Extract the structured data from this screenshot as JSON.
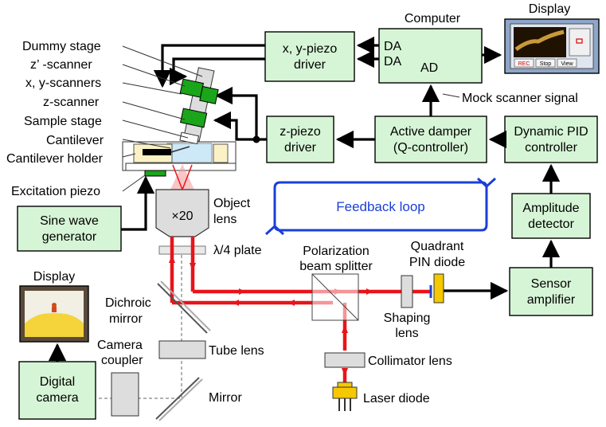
{
  "blocks": {
    "xy_driver": [
      "x, y-piezo",
      "driver"
    ],
    "z_driver": [
      "z-piezo",
      "driver"
    ],
    "computer_title": "Computer",
    "computer_da1": "DA",
    "computer_da2": "DA",
    "computer_ad": "AD",
    "active_damper": [
      "Active damper",
      "(Q-controller)"
    ],
    "pid": [
      "Dynamic PID",
      "controller"
    ],
    "amplitude": [
      "Amplitude",
      "detector"
    ],
    "sensor": [
      "Sensor",
      "amplifier"
    ],
    "sine": [
      "Sine wave",
      "generator"
    ],
    "camera": [
      "Digital",
      "camera"
    ]
  },
  "display_top": {
    "title": "Display",
    "btn_rec": "REC",
    "btn_stop": "Stop",
    "btn_view": "View"
  },
  "display_left": {
    "title": "Display"
  },
  "labels": {
    "dummy_stage": "Dummy stage",
    "z_prime_scanner": "z’ -scanner",
    "xy_scanners": "x, y-scanners",
    "z_scanner": "z-scanner",
    "sample_stage": "Sample stage",
    "cantilever": "Cantilever",
    "cantilever_holder": "Cantilever holder",
    "excitation_piezo": "Excitation piezo",
    "mock_signal": "Mock scanner signal",
    "objective_mag": "×20",
    "object_lens": [
      "Object",
      "lens"
    ],
    "quarter_plate": "λ/4 plate",
    "pbs": [
      "Polarization",
      "beam splitter"
    ],
    "quadrant": [
      "Quadrant",
      "PIN diode"
    ],
    "shaping_lens": [
      "Shaping",
      "lens"
    ],
    "dichroic": [
      "Dichroic",
      "mirror"
    ],
    "tube_lens": "Tube lens",
    "camera_coupler": [
      "Camera",
      "coupler"
    ],
    "collimator": "Collimator lens",
    "mirror": "Mirror",
    "laser": "Laser diode",
    "feedback_loop": "Feedback loop"
  },
  "colors": {
    "block_fill": "#d6f5d6",
    "laser_beam": "#e8141a",
    "feedback_loop": "#1a3fd8",
    "scanner_green": "#1aa51a",
    "piezo_yellow": "#f5c800"
  }
}
